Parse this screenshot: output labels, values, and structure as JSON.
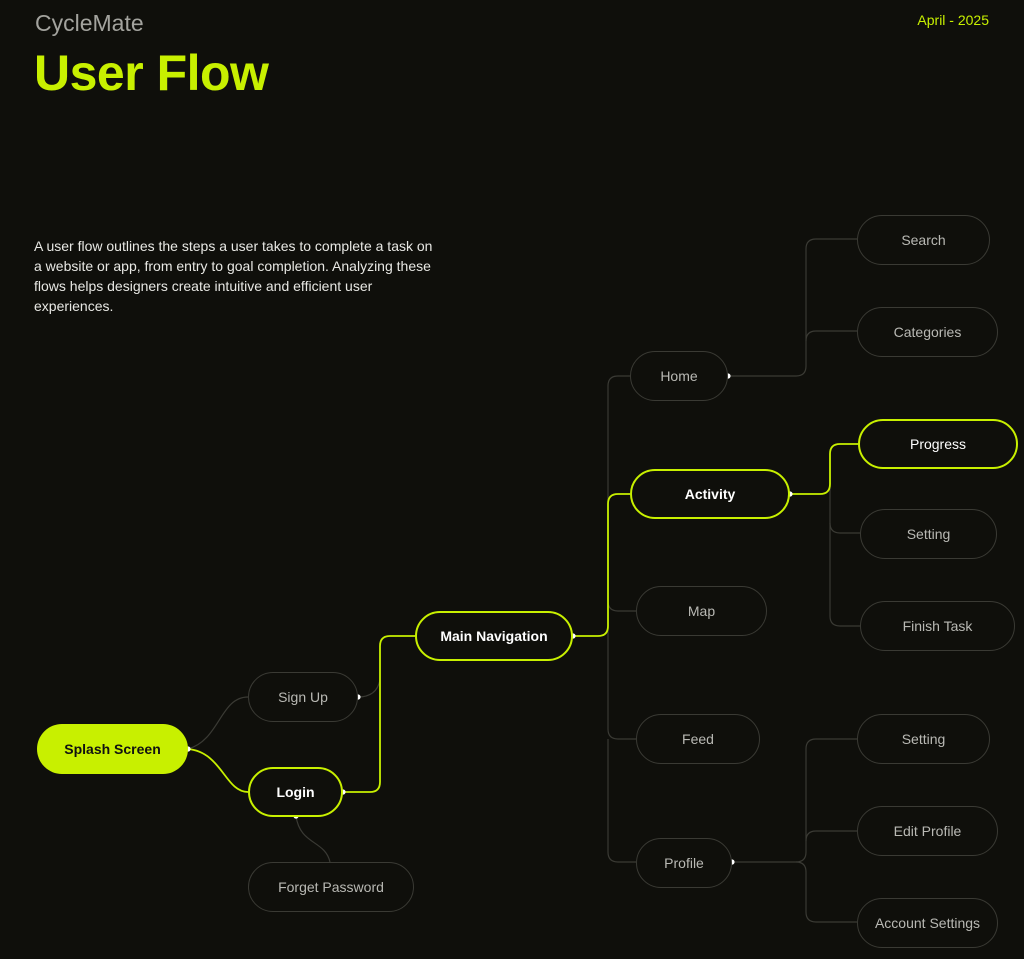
{
  "header": {
    "brand": "CycleMate",
    "title": "User Flow",
    "date": "April - 2025"
  },
  "description": "A user flow outlines the steps a user takes to complete a task on a website or app, from entry to goal completion. Analyzing these flows helps designers create intuitive and efficient user experiences.",
  "colors": {
    "accent": "#c8f000",
    "background": "#0f0f0b",
    "connector": "#3a3a34"
  },
  "nodes": {
    "splash": "Splash Screen",
    "signup": "Sign Up",
    "login": "Login",
    "forget": "Forget Password",
    "main_nav": "Main Navigation",
    "home": "Home",
    "activity": "Activity",
    "map": "Map",
    "feed": "Feed",
    "profile": "Profile",
    "search": "Search",
    "categories": "Categories",
    "progress": "Progress",
    "setting_activity": "Setting",
    "finish_task": "Finish Task",
    "setting_profile": "Setting",
    "edit_profile": "Edit Profile",
    "account_settings": "Account Settings"
  }
}
